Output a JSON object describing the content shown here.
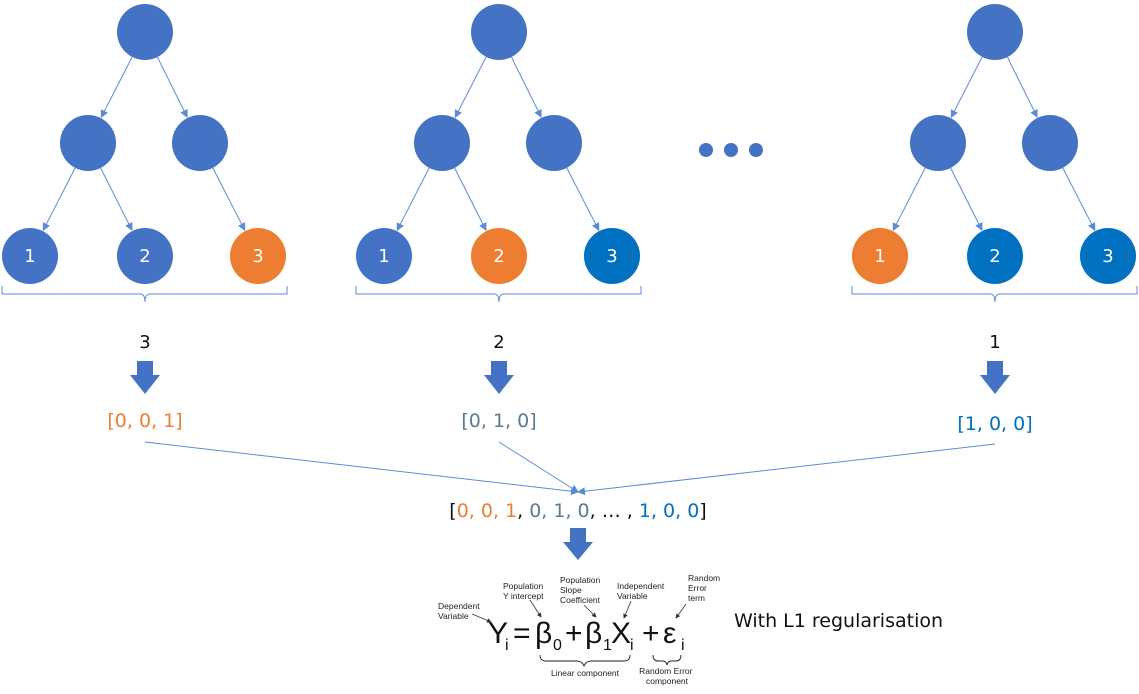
{
  "colors": {
    "node": "#4472C4",
    "highlight": "#ED7D31",
    "dark_blue": "#0070C0",
    "gray_blue": "#5B7A96",
    "edge": "#5B8BD6",
    "arrow": "#4472C4"
  },
  "trees": [
    {
      "leaves": [
        {
          "label": "1",
          "state": "normal"
        },
        {
          "label": "2",
          "state": "normal"
        },
        {
          "label": "3",
          "state": "highlight"
        }
      ],
      "count": "3",
      "vector": [
        {
          "t": "[",
          "c": "highlight"
        },
        {
          "t": "0, 0, 1",
          "c": "highlight"
        },
        {
          "t": "]",
          "c": "highlight"
        }
      ]
    },
    {
      "leaves": [
        {
          "label": "1",
          "state": "normal"
        },
        {
          "label": "2",
          "state": "highlight"
        },
        {
          "label": "3",
          "state": "dark"
        }
      ],
      "count": "2",
      "vector": [
        {
          "t": "[",
          "c": "gray_blue"
        },
        {
          "t": "0, 1, 0",
          "c": "gray_blue"
        },
        {
          "t": "]",
          "c": "gray_blue"
        }
      ]
    },
    {
      "leaves": [
        {
          "label": "1",
          "state": "highlight"
        },
        {
          "label": "2",
          "state": "dark"
        },
        {
          "label": "3",
          "state": "dark"
        }
      ],
      "count": "1",
      "vector": [
        {
          "t": "[",
          "c": "dark_blue"
        },
        {
          "t": "1, 0, 0",
          "c": "dark_blue"
        },
        {
          "t": "]",
          "c": "dark_blue"
        }
      ]
    }
  ],
  "combined_vector": [
    {
      "t": "[",
      "c": "black"
    },
    {
      "t": "0, 0, 1",
      "c": "highlight"
    },
    {
      "t": ", ",
      "c": "black"
    },
    {
      "t": "0, 1, 0",
      "c": "gray_blue"
    },
    {
      "t": ", … , ",
      "c": "black"
    },
    {
      "t": "1, 0, 0",
      "c": "dark_blue"
    },
    {
      "t": "]",
      "c": "black"
    }
  ],
  "equation": {
    "Y": "Y",
    "i1": "i",
    "eq": "=",
    "beta0": "β",
    "sub0": "0",
    "plus1": "+",
    "beta1": "β",
    "sub1": "1",
    "X": "X",
    "i2": "i",
    "plus2": "+",
    "eps": "ε",
    "i3": "i"
  },
  "annotations": {
    "dependent": [
      "Dependent",
      "Variable"
    ],
    "intercept": [
      "Population",
      "Y  intercept"
    ],
    "slope": [
      "Population",
      "Slope",
      "Coefficient"
    ],
    "independent": [
      "Independent",
      "Variable"
    ],
    "random": [
      "Random",
      "Error",
      "term"
    ],
    "linear_component": "Linear component",
    "random_component": [
      "Random Error",
      "component"
    ]
  },
  "note": "With L1 regularisation"
}
